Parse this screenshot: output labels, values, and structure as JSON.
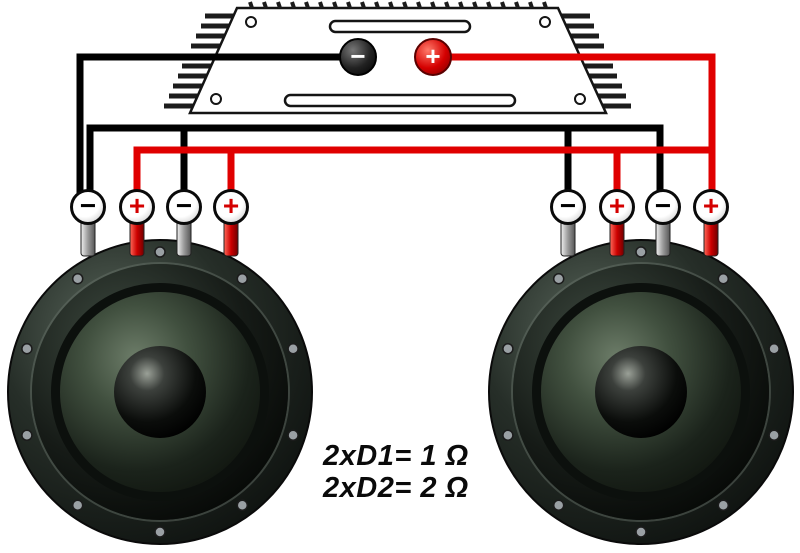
{
  "amplifier": {
    "negative_terminal": {
      "symbol": "−",
      "polarity": "negative"
    },
    "positive_terminal": {
      "symbol": "+",
      "polarity": "positive"
    }
  },
  "speakers": [
    {
      "name": "left-subwoofer",
      "terminals": [
        {
          "symbol": "−",
          "polarity": "negative"
        },
        {
          "symbol": "+",
          "polarity": "positive"
        },
        {
          "symbol": "−",
          "polarity": "negative"
        },
        {
          "symbol": "+",
          "polarity": "positive"
        }
      ]
    },
    {
      "name": "right-subwoofer",
      "terminals": [
        {
          "symbol": "−",
          "polarity": "negative"
        },
        {
          "symbol": "+",
          "polarity": "positive"
        },
        {
          "symbol": "−",
          "polarity": "negative"
        },
        {
          "symbol": "+",
          "polarity": "positive"
        }
      ]
    }
  ],
  "caption": {
    "line1": "2xD1= 1 Ω",
    "line2": "2xD2= 2 Ω"
  },
  "colors": {
    "wire_negative": "#000000",
    "wire_positive": "#e00000",
    "amp_body": "#ffffff",
    "speaker_cone": "#3c4a3c"
  }
}
